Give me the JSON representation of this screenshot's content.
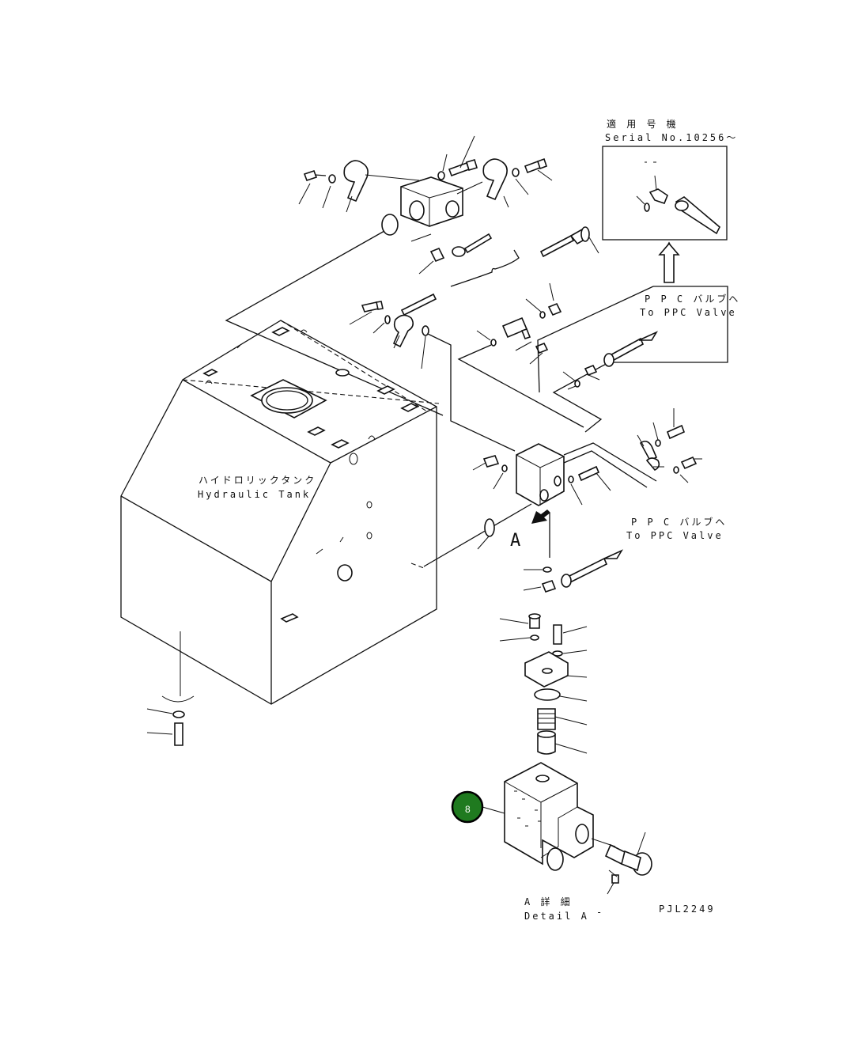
{
  "labels": {
    "serial_jp": "適 用 号 機",
    "serial_en": "Serial No.10256～",
    "ppc_jp_1": "P P C バルブヘ",
    "ppc_en_1": "To PPC Valve",
    "tank_jp": "ハイドロリックタンク",
    "tank_en": "Hydraulic Tank",
    "ppc_jp_2": "P P C バルブヘ",
    "ppc_en_2": "To PPC Valve",
    "view_a": "A",
    "detail_jp": "A 詳 細",
    "detail_en": "Detail A",
    "detail_dash": "-",
    "drawing_code": "PJL2249"
  },
  "callout": {
    "number": "8",
    "color": "#1f7a1f"
  }
}
